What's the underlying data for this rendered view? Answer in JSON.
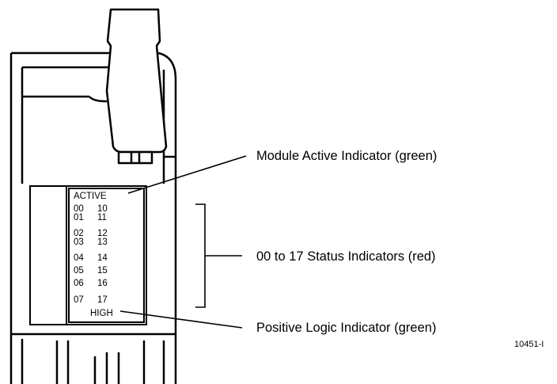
{
  "module": {
    "active_label": "ACTIVE",
    "high_label": "HIGH",
    "status_rows": [
      {
        "left": "00",
        "right": "10"
      },
      {
        "left": "01",
        "right": "11"
      },
      {
        "left": "02",
        "right": "12"
      },
      {
        "left": "03",
        "right": "13"
      },
      {
        "left": "04",
        "right": "14"
      },
      {
        "left": "05",
        "right": "15"
      },
      {
        "left": "06",
        "right": "16"
      },
      {
        "left": "07",
        "right": "17"
      }
    ]
  },
  "callouts": {
    "active": "Module Active Indicator (green)",
    "status": "00 to 17 Status Indicators (red)",
    "positive": "Positive Logic Indicator (green)"
  },
  "figure_id": "10451-I"
}
